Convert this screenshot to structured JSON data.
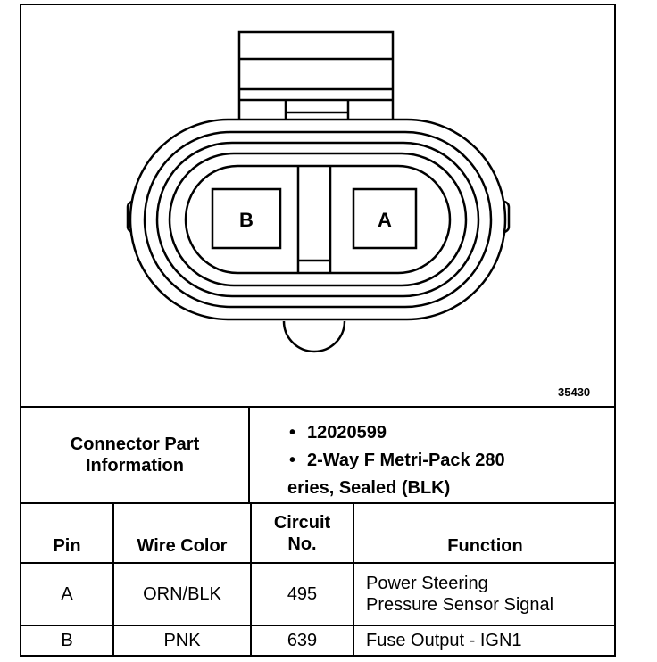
{
  "figure": {
    "number": "35430",
    "pin_labels": [
      "B",
      "A"
    ]
  },
  "connector_info": {
    "label_line1": "Connector Part",
    "label_line2": "Information",
    "bullets": [
      "12020599",
      "2-Way F Metri-Pack 280",
      "eries, Sealed (BLK)"
    ]
  },
  "table": {
    "headers": {
      "pin": "Pin",
      "wire_color": "Wire Color",
      "circuit_line1": "Circuit",
      "circuit_line2": "No.",
      "function": "Function"
    },
    "rows": [
      {
        "pin": "A",
        "wire_color": "ORN/BLK",
        "circuit": "495",
        "function_line1": "Power Steering",
        "function_line2": "Pressure Sensor Signal"
      },
      {
        "pin": "B",
        "wire_color": "PNK",
        "circuit": "639",
        "function_line1": "Fuse Output - IGN1",
        "function_line2": ""
      }
    ]
  }
}
